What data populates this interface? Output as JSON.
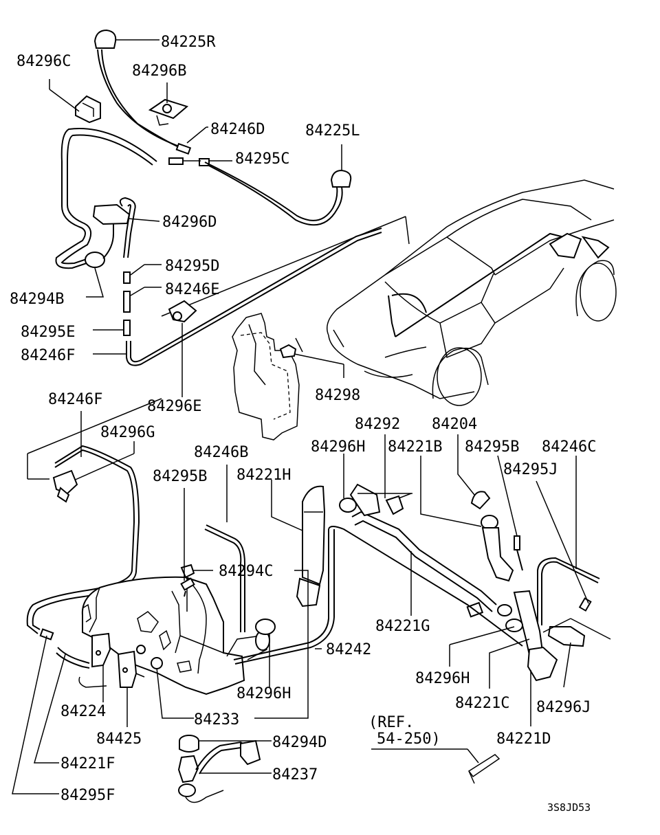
{
  "labels": {
    "p84225R": "84225R",
    "p84296C": "84296C",
    "p84296B": "84296B",
    "p84246D": "84246D",
    "p84225L": "84225L",
    "p84295C": "84295C",
    "p84296D": "84296D",
    "p84295D": "84295D",
    "p84294B": "84294B",
    "p84246E": "84246E",
    "p84295E": "84295E",
    "p84246F_top": "84246F",
    "p84298": "84298",
    "p84296E": "84296E",
    "p84246F_mid": "84246F",
    "p84296G": "84296G",
    "p84292": "84292",
    "p84204": "84204",
    "p84296H_top": "84296H",
    "p84221B": "84221B",
    "p84295B_right": "84295B",
    "p84246C": "84246C",
    "p84246B": "84246B",
    "p84295J": "84295J",
    "p84295B_left": "84295B",
    "p84221H": "84221H",
    "p84294C": "84294C",
    "p84221G": "84221G",
    "p84242": "84242",
    "p84296H_mid": "84296H",
    "p84296H_right": "84296H",
    "p84221C": "84221C",
    "p84296J": "84296J",
    "p84224": "84224",
    "p84233": "84233",
    "p84425": "84425",
    "p84294D": "84294D",
    "p84221D": "84221D",
    "p84221F": "84221F",
    "p84237": "84237",
    "p84295F": "84295F"
  },
  "reference": {
    "line1": "(REF.",
    "line2": "54-250)"
  },
  "diagram_code": "3S8JD53"
}
